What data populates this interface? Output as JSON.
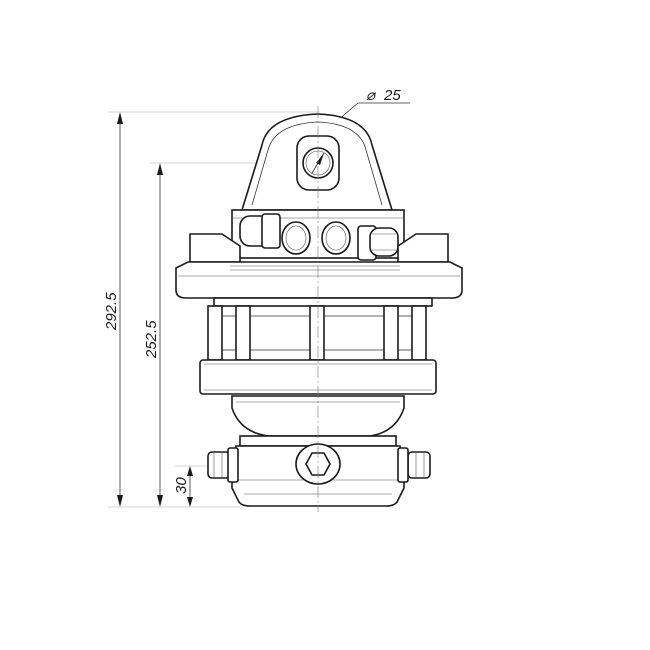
{
  "dimensions": {
    "diameter_symbol": "⌀",
    "diameter_value": "25",
    "total_height": "292.5",
    "body_height": "252.5",
    "base_height": "30"
  }
}
